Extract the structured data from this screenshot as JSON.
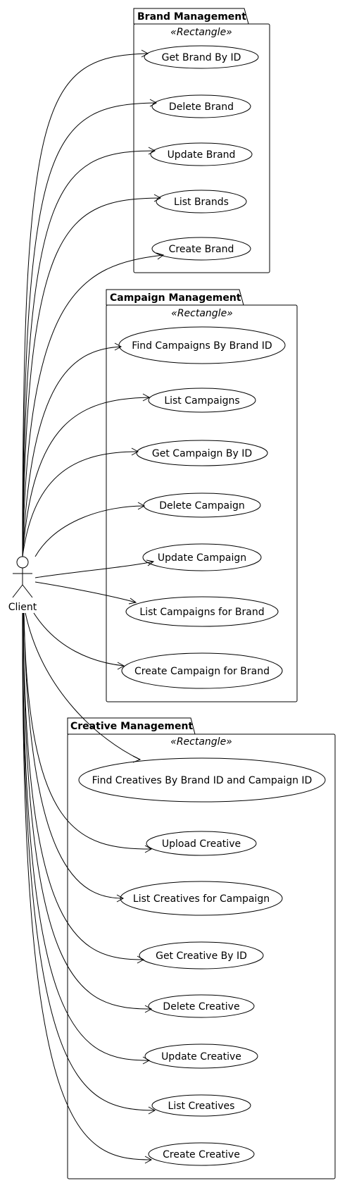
{
  "actor": {
    "label": "Client",
    "icon": "stick-figure-icon"
  },
  "packages": [
    {
      "title": "Brand Management",
      "stereotype": "«Rectangle»",
      "use_cases": [
        "Get Brand By ID",
        "Delete Brand",
        "Update Brand",
        "List Brands",
        "Create Brand"
      ]
    },
    {
      "title": "Campaign Management",
      "stereotype": "«Rectangle»",
      "use_cases": [
        "Find Campaigns By Brand ID",
        "List Campaigns",
        "Get Campaign By ID",
        "Delete Campaign",
        "Update Campaign",
        "List Campaigns for Brand",
        "Create Campaign for Brand"
      ]
    },
    {
      "title": "Creative Management",
      "stereotype": "«Rectangle»",
      "use_cases": [
        "Find Creatives By Brand ID and Campaign ID",
        "Upload Creative",
        "List Creatives for Campaign",
        "Get Creative By ID",
        "Delete Creative",
        "Update Creative",
        "List Creatives",
        "Create Creative"
      ]
    }
  ]
}
